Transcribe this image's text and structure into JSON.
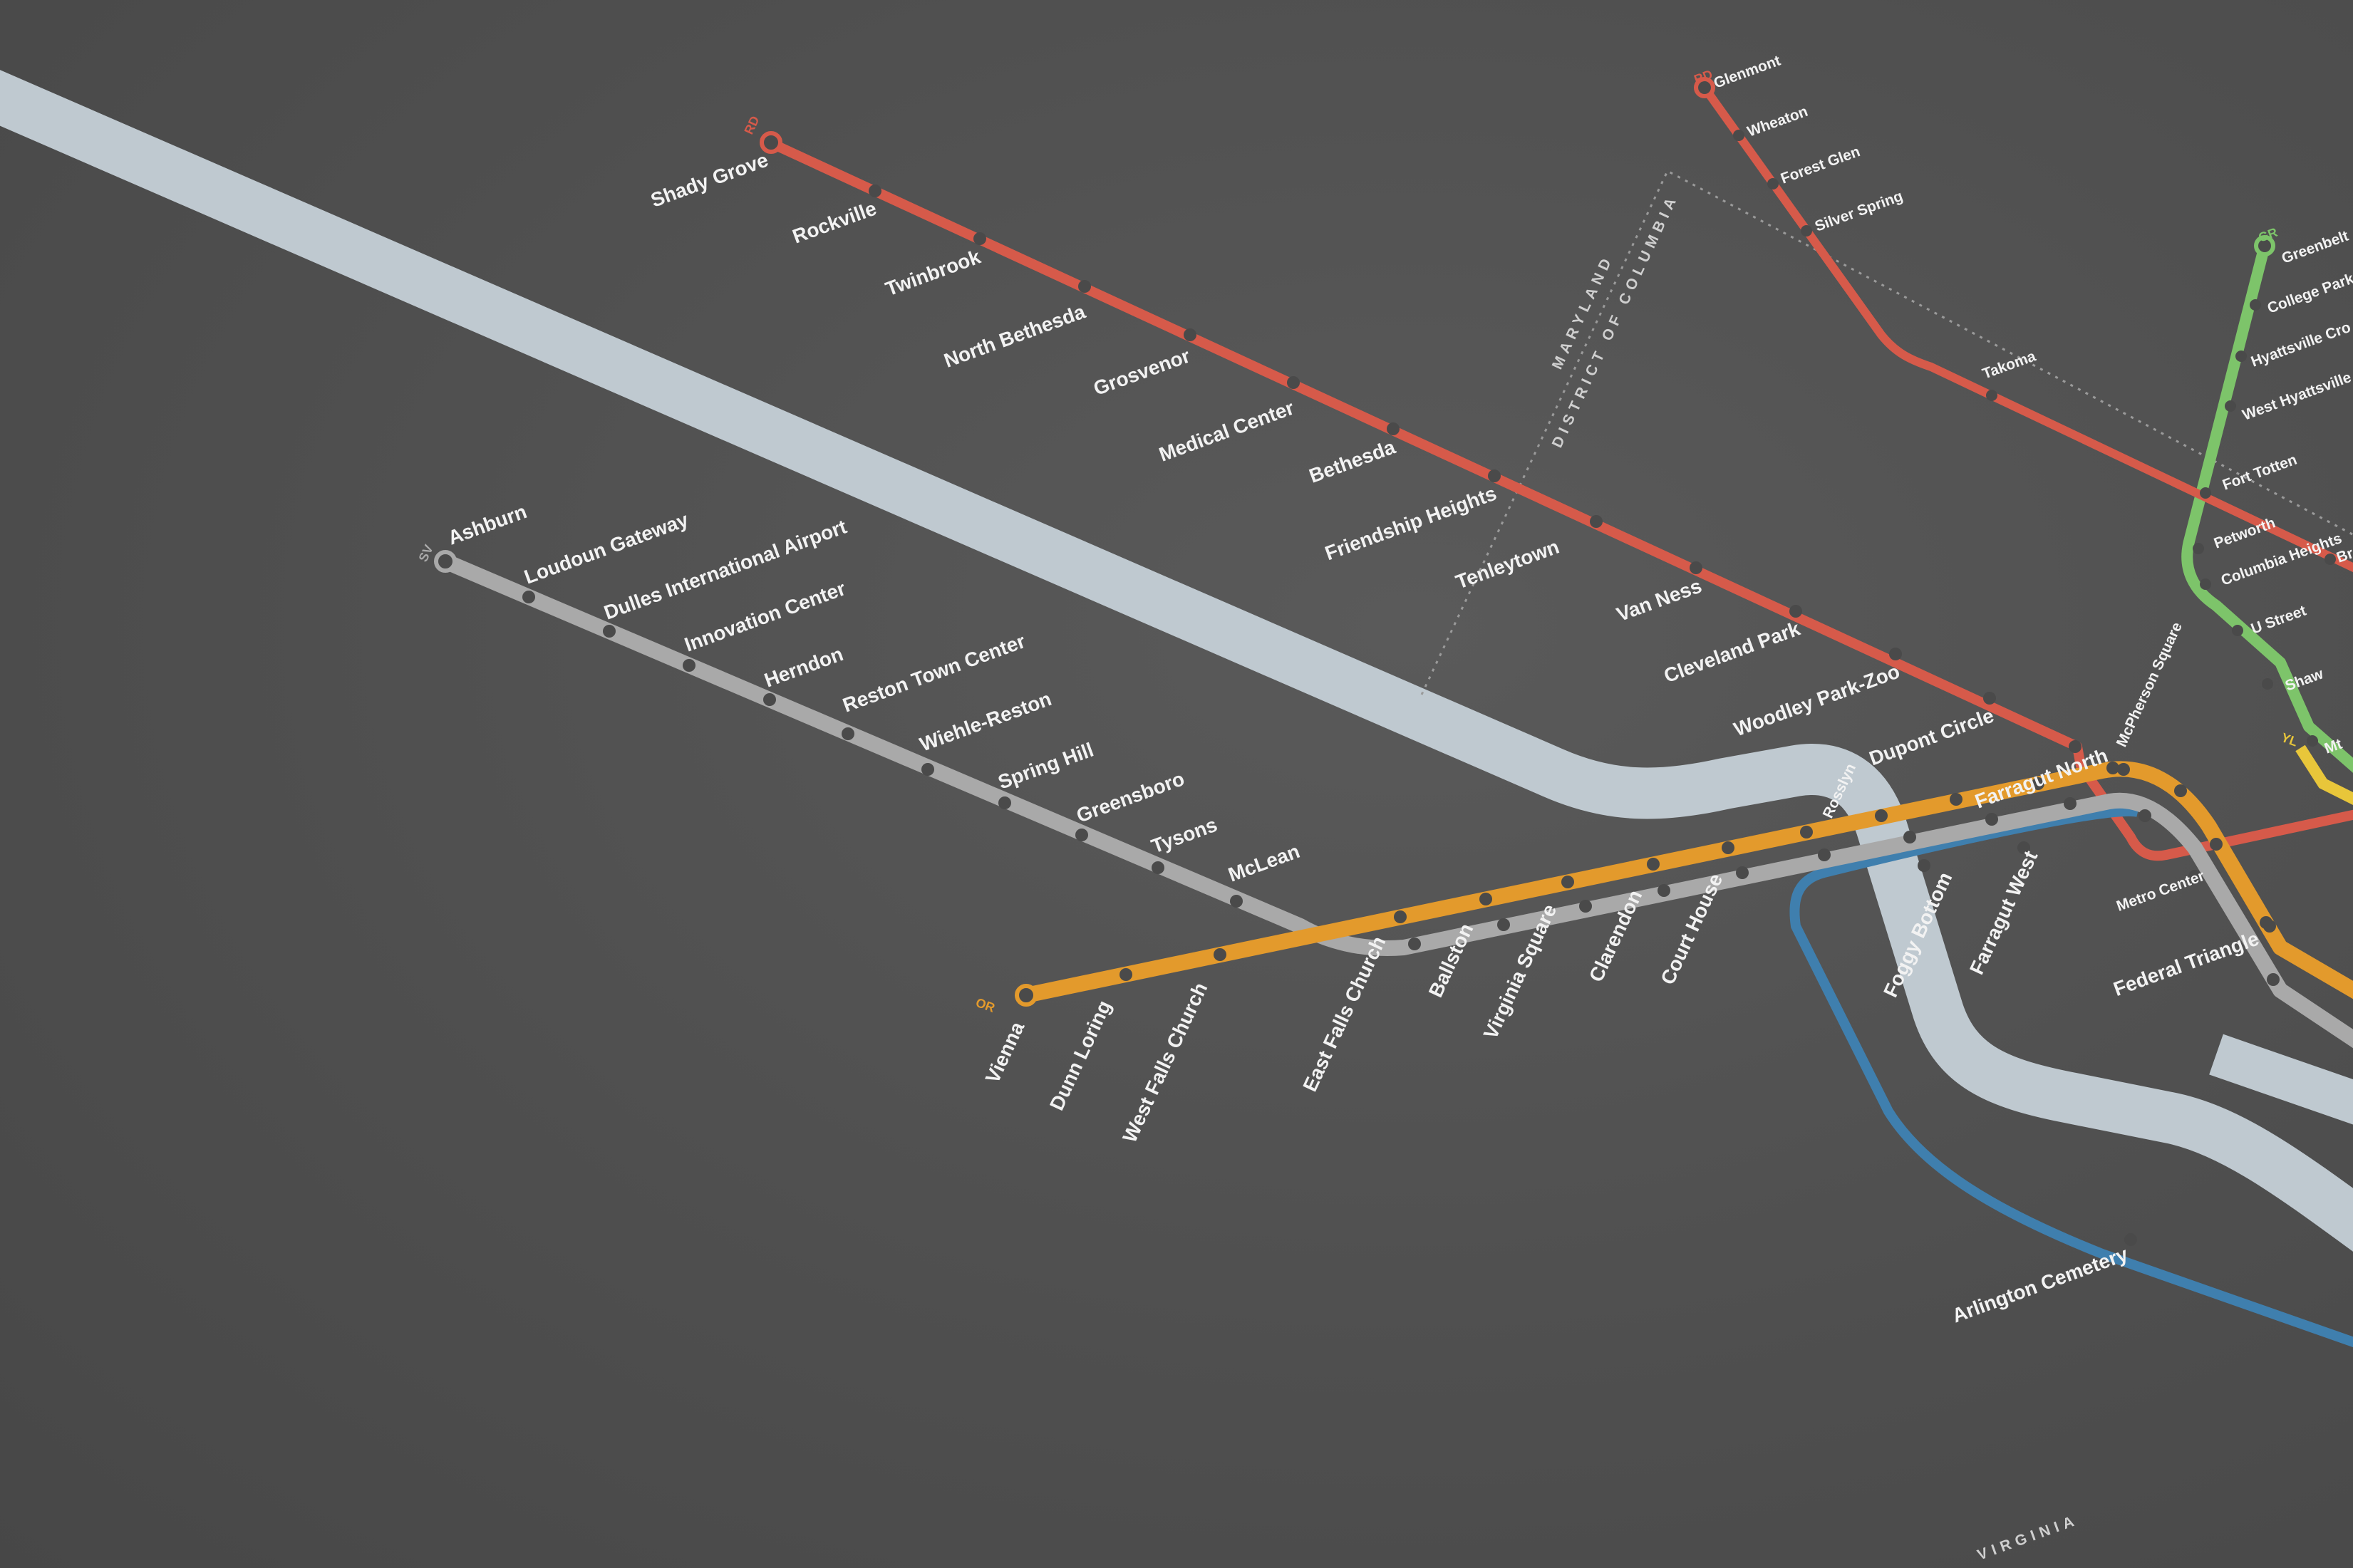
{
  "colors": {
    "background": "#4d4d4d",
    "river": "#bfc9d0",
    "red": "#d65a4a",
    "orange": "#e39a2c",
    "silver": "#a9a9a9",
    "blue": "#3f7fae",
    "green": "#7dc46a",
    "yellow": "#e8c63a",
    "label": "#f2f2f2"
  },
  "regions": {
    "maryland": "MARYLAND",
    "dc": "DISTRICT OF COLUMBIA",
    "virginia": "VIRGINIA"
  },
  "line_tags": {
    "red_west": "RD",
    "red_east": "RD",
    "silver": "SV",
    "orange": "OR",
    "green": "GR",
    "yellow": "YL"
  },
  "stations": {
    "red_west": [
      "Shady Grove",
      "Rockville",
      "Twinbrook",
      "North Bethesda",
      "Grosvenor",
      "Medical Center",
      "Bethesda",
      "Friendship Heights",
      "Tenleytown",
      "Van Ness",
      "Cleveland Park",
      "Woodley Park-Zoo",
      "Dupont Circle",
      "Farragut North"
    ],
    "red_east": [
      "Glenmont",
      "Wheaton",
      "Forest Glen",
      "Silver Spring",
      "Takoma",
      "Fort Totten",
      "Br"
    ],
    "green": [
      "Greenbelt",
      "College Park",
      "Hyattsville Cro",
      "West Hyattsville",
      "Petworth",
      "Columbia Heights",
      "U Street",
      "Shaw",
      "Mt"
    ],
    "silver": [
      "Ashburn",
      "Loudoun Gateway",
      "Dulles International Airport",
      "Innovation Center",
      "Herndon",
      "Reston Town Center",
      "Wiehle-Reston",
      "Spring Hill",
      "Greensboro",
      "Tysons",
      "McLean"
    ],
    "orange": [
      "Vienna",
      "Dunn Loring",
      "West Falls Church",
      "East Falls Church",
      "Ballston",
      "Virginia Square",
      "Clarendon",
      "Court House",
      "Rosslyn"
    ],
    "blue_core": [
      "Foggy Bottom",
      "Farragut West",
      "McPherson Square",
      "Metro Center",
      "Federal Triangle",
      "Arlington Cemetery"
    ]
  }
}
